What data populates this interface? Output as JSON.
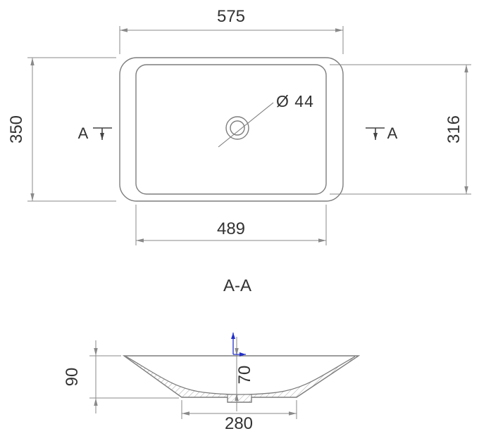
{
  "colors": {
    "geometry_line": "#7d7d7d",
    "dimension_line": "#8a8a8a",
    "hatch_line": "#9a9a9a",
    "text": "#333333",
    "section_marker": "#444444",
    "axis_arrow_blue": "#2330c8",
    "background": "#ffffff"
  },
  "top_view": {
    "outer_width_label": "575",
    "outer_height_label": "350",
    "inner_height_label": "316",
    "inner_width_label": "489",
    "drain_diameter_label": "Ø 44",
    "section_marker_left": "A",
    "section_marker_right": "A"
  },
  "section_view": {
    "title": "A-A",
    "height_label": "90",
    "depth_label": "70",
    "bottom_width_label": "280"
  }
}
